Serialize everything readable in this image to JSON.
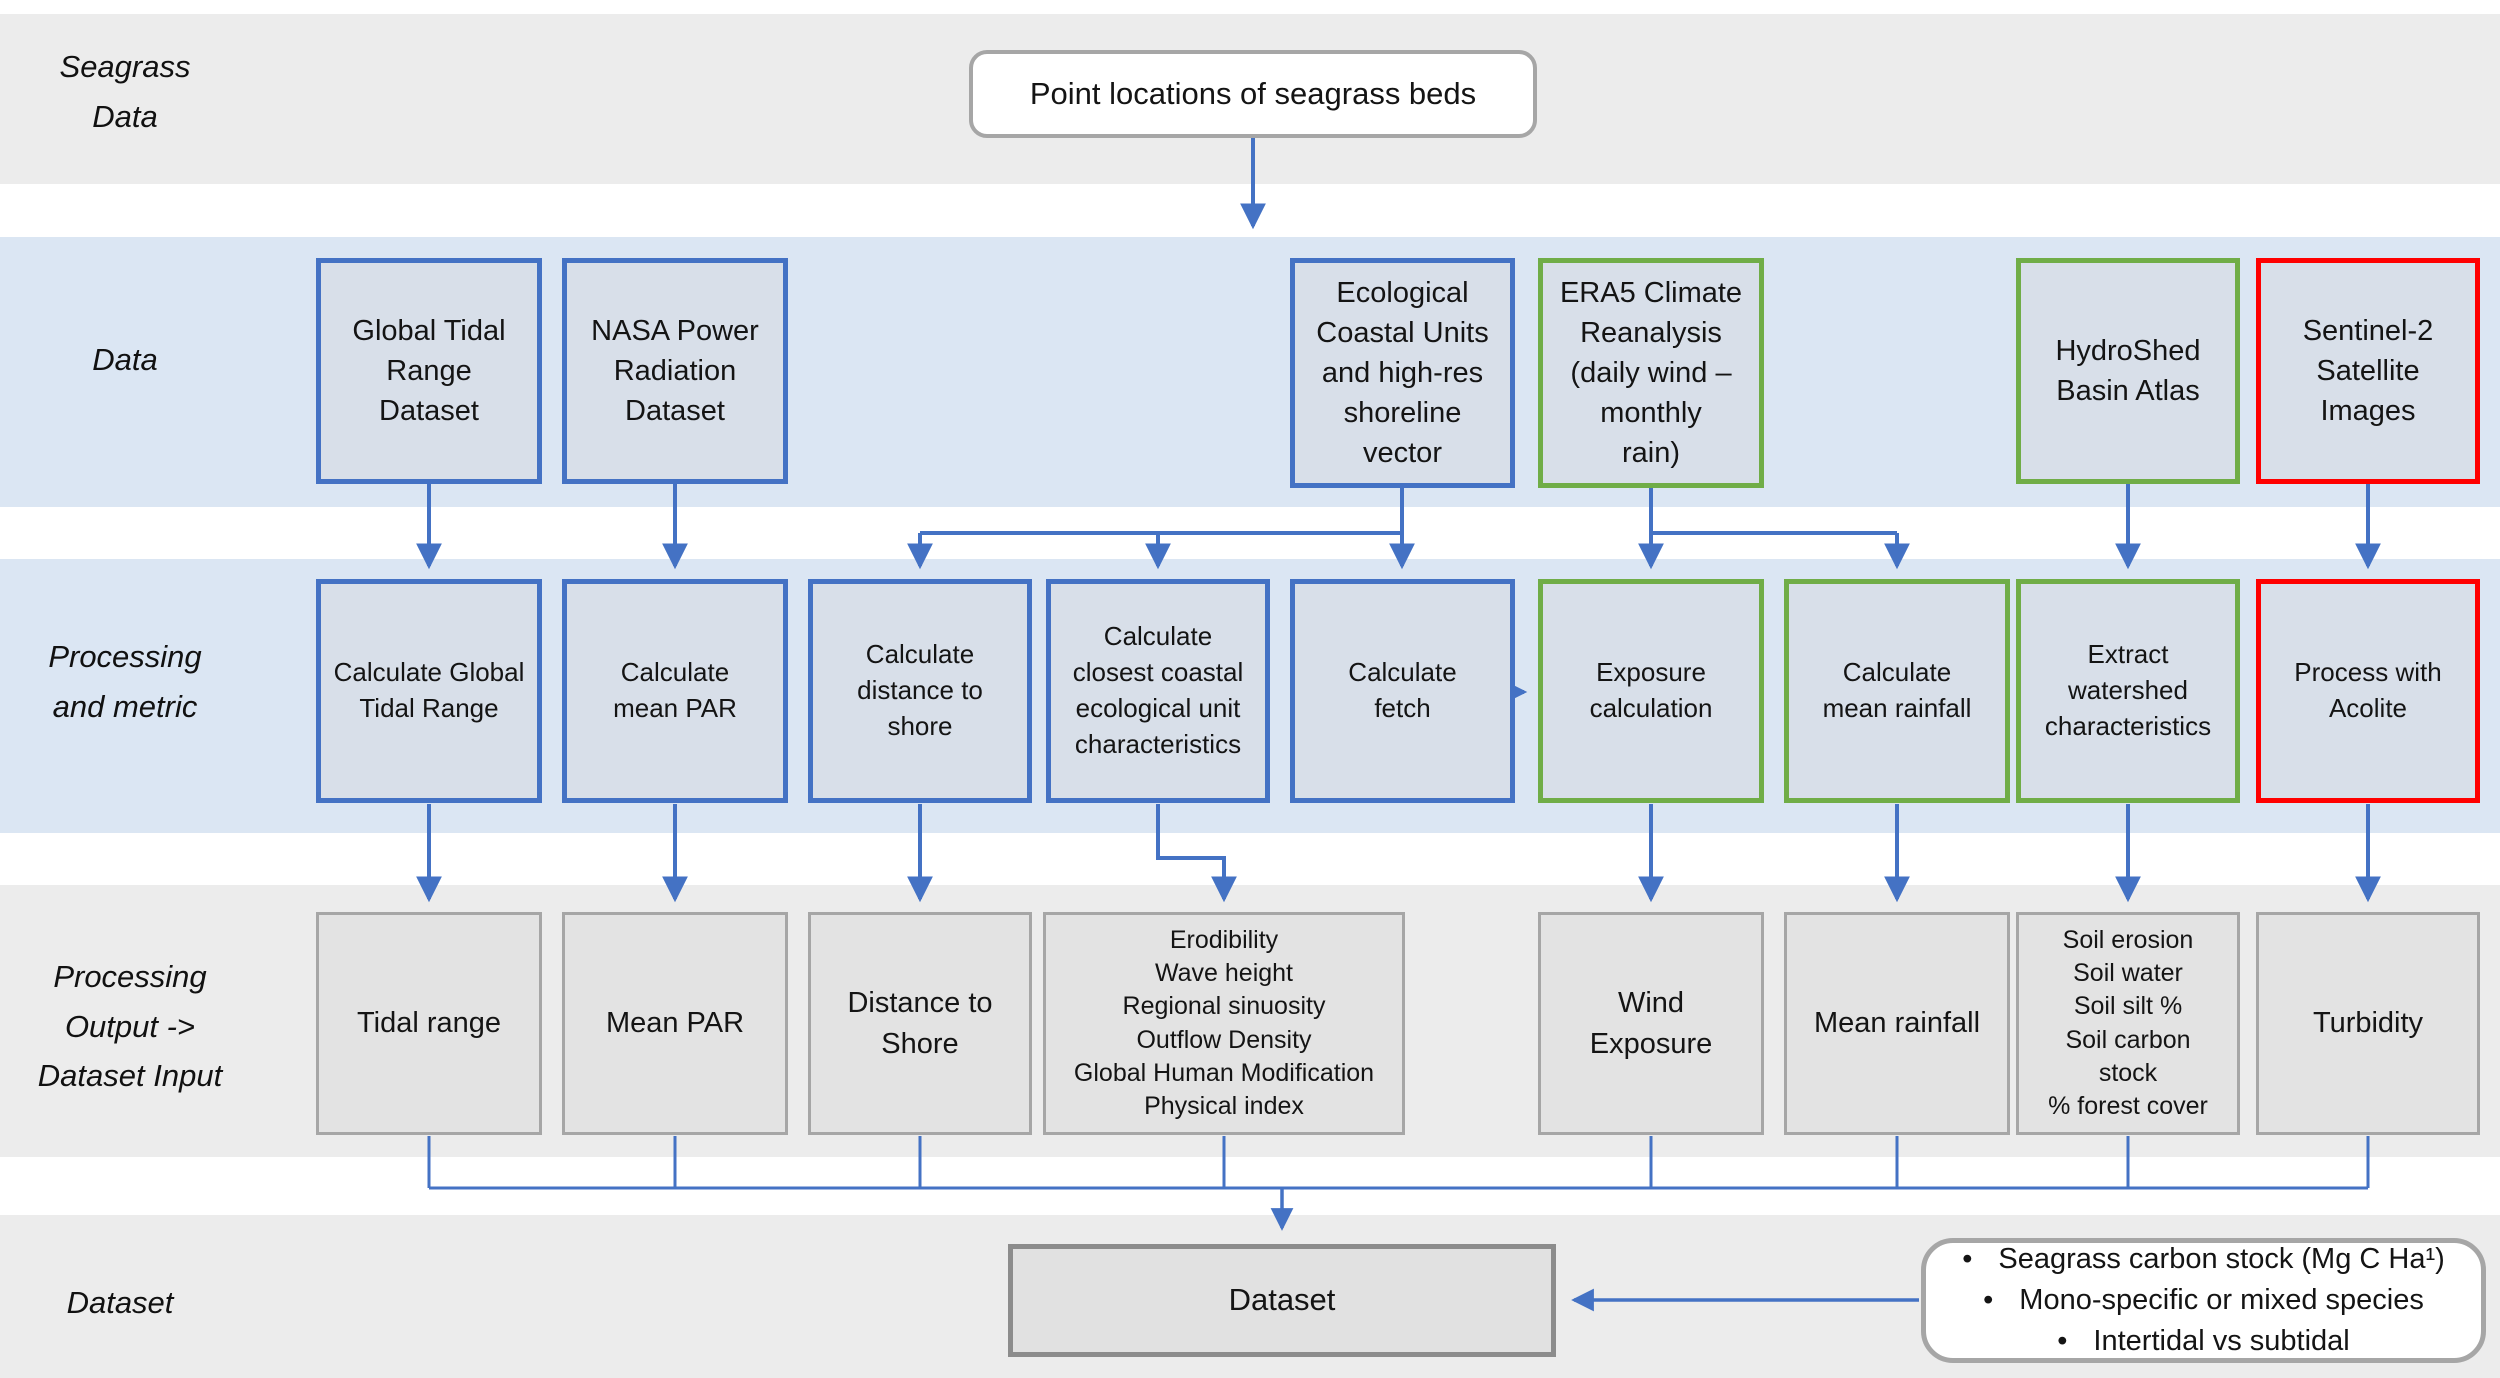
{
  "row_labels": {
    "seagrass_data": "Seagrass\nData",
    "data": "Data",
    "processing": "Processing\nand metric",
    "output": "Processing\nOutput ->\nDataset Input",
    "dataset": "Dataset"
  },
  "seagrass_row": {
    "point_locations": "Point locations of seagrass beds"
  },
  "data_row": {
    "global_tidal": "Global Tidal\nRange\nDataset",
    "nasa_power": "NASA Power\nRadiation\nDataset",
    "ecu_shoreline": "Ecological\nCoastal Units\nand high-res\nshoreline\nvector",
    "era5": "ERA5 Climate\nReanalysis\n(daily wind –\nmonthly\nrain)",
    "hydroshed": "HydroShed\nBasin Atlas",
    "sentinel2": "Sentinel-2\nSatellite\nImages"
  },
  "processing_row": {
    "calc_tidal": "Calculate Global\nTidal Range",
    "calc_par": "Calculate\nmean PAR",
    "calc_distance": "Calculate\ndistance to\nshore",
    "calc_ecu": "Calculate\nclosest coastal\necological unit\ncharacteristics",
    "calc_fetch": "Calculate\nfetch",
    "exposure": "Exposure\ncalculation",
    "calc_rainfall": "Calculate\nmean rainfall",
    "extract_watershed": "Extract\nwatershed\ncharacteristics",
    "acolite": "Process with\nAcolite"
  },
  "output_row": {
    "tidal_range": "Tidal range",
    "mean_par": "Mean PAR",
    "distance_shore": "Distance to\nShore",
    "ecu_metrics": "Erodibility\nWave height\nRegional sinuosity\nOutflow Density\nGlobal Human Modification\nPhysical index",
    "wind_exposure": "Wind\nExposure",
    "mean_rainfall": "Mean rainfall",
    "watershed_metrics": "Soil erosion\nSoil water\nSoil silt %\nSoil carbon\nstock\n% forest cover",
    "turbidity": "Turbidity"
  },
  "dataset_row": {
    "dataset": "Dataset",
    "callout_bullets": [
      "Seagrass carbon stock (Mg C Ha¹)",
      "Mono-specific or mixed species",
      "Intertidal vs subtidal"
    ]
  },
  "colors": {
    "blue_accent": "#4472c4",
    "green_accent": "#70ad47",
    "red_accent": "#ff0000",
    "band_blue": "#dbe6f3",
    "band_gray": "#ececec",
    "node_fill_blue_gray": "#d8dfe9",
    "output_fill": "#e3e3e3",
    "gray_border": "#a6a6a6"
  }
}
